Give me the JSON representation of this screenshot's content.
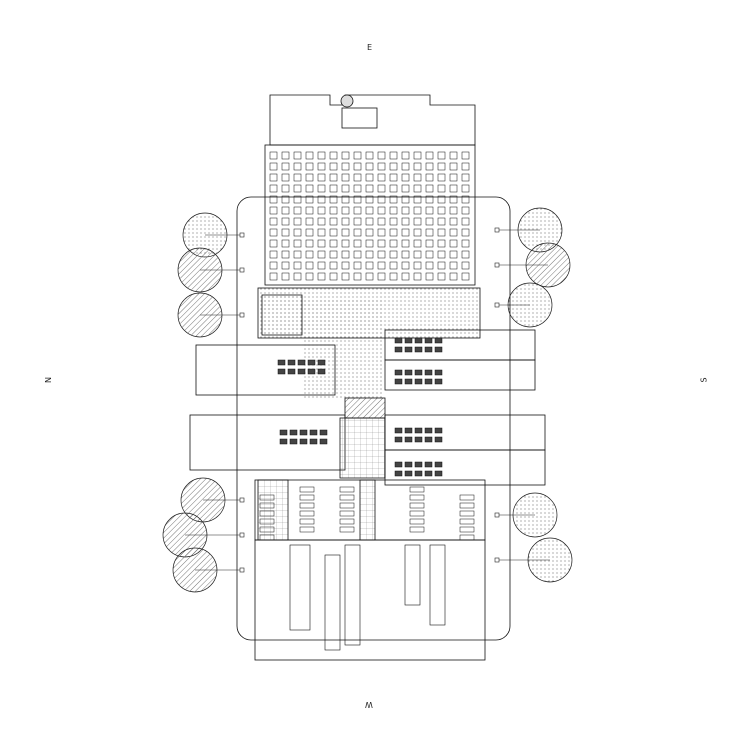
{
  "compass": {
    "east": "E",
    "north": "N",
    "south": "S",
    "west": "W"
  },
  "colors": {
    "line": "#111111",
    "hatch": "#555555",
    "tree_fill": "#bbbbbb",
    "paper": "#ffffff"
  }
}
